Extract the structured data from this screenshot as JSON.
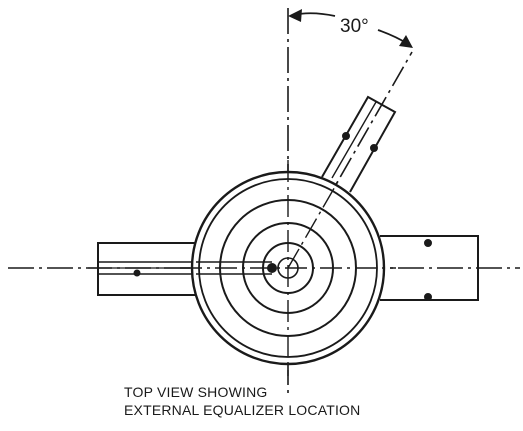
{
  "diagram": {
    "angle_label": "30°",
    "caption": {
      "line1": "TOP VIEW SHOWING",
      "line2": "EXTERNAL EQUALIZER LOCATION"
    }
  },
  "colors": {
    "line": "#1a1a1a",
    "background": "#ffffff"
  }
}
